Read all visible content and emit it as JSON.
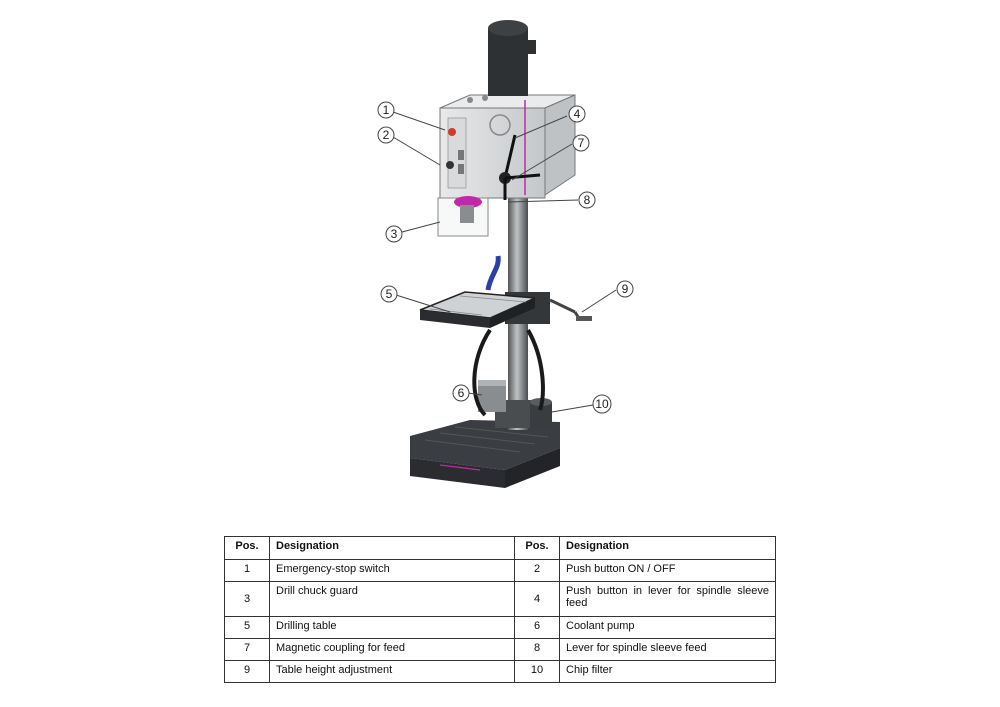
{
  "callouts": [
    {
      "num": "1"
    },
    {
      "num": "2"
    },
    {
      "num": "3"
    },
    {
      "num": "4"
    },
    {
      "num": "5"
    },
    {
      "num": "6"
    },
    {
      "num": "7"
    },
    {
      "num": "8"
    },
    {
      "num": "9"
    },
    {
      "num": "10"
    }
  ],
  "table": {
    "headers": [
      "Pos.",
      "Designation",
      "Pos.",
      "Designation"
    ],
    "rows": [
      {
        "pos1": "1",
        "des1": "Emergency-stop switch",
        "pos2": "2",
        "des2": "Push button ON / OFF"
      },
      {
        "pos1": "3",
        "des1": "Drill chuck guard",
        "pos2": "4",
        "des2": "Push button in lever for spindle sleeve feed"
      },
      {
        "pos1": "5",
        "des1": "Drilling table",
        "pos2": "6",
        "des2": "Coolant pump"
      },
      {
        "pos1": "7",
        "des1": "Magnetic coupling for feed",
        "pos2": "8",
        "des2": "Lever for spindle sleeve feed"
      },
      {
        "pos1": "9",
        "des1": "Table height adjustment",
        "pos2": "10",
        "des2": "Chip filter"
      }
    ]
  },
  "colors": {
    "accent": "#c02aa8",
    "body": "#d4d6d8",
    "dark": "#2e3134"
  }
}
